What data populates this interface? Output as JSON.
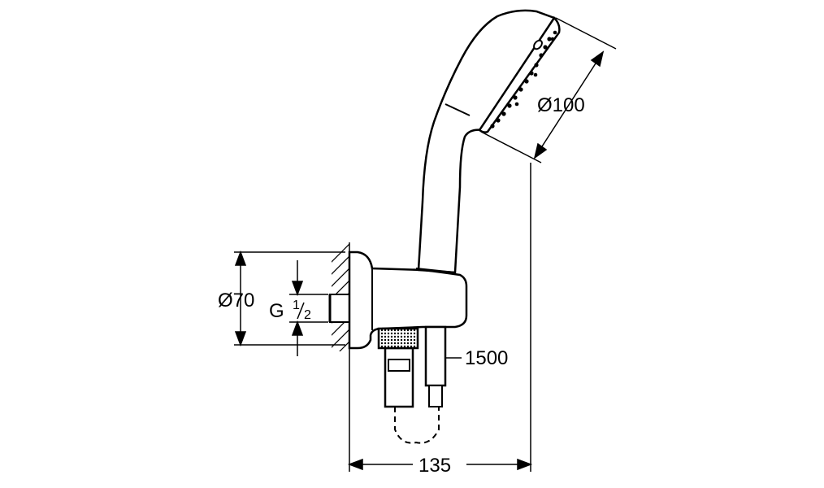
{
  "dimensions": {
    "head_diameter": "Ø100",
    "rosette_diameter": "Ø70",
    "thread": {
      "prefix": "G",
      "numerator": "1",
      "denominator": "2"
    },
    "hose_length": "1500",
    "projection": "135"
  }
}
